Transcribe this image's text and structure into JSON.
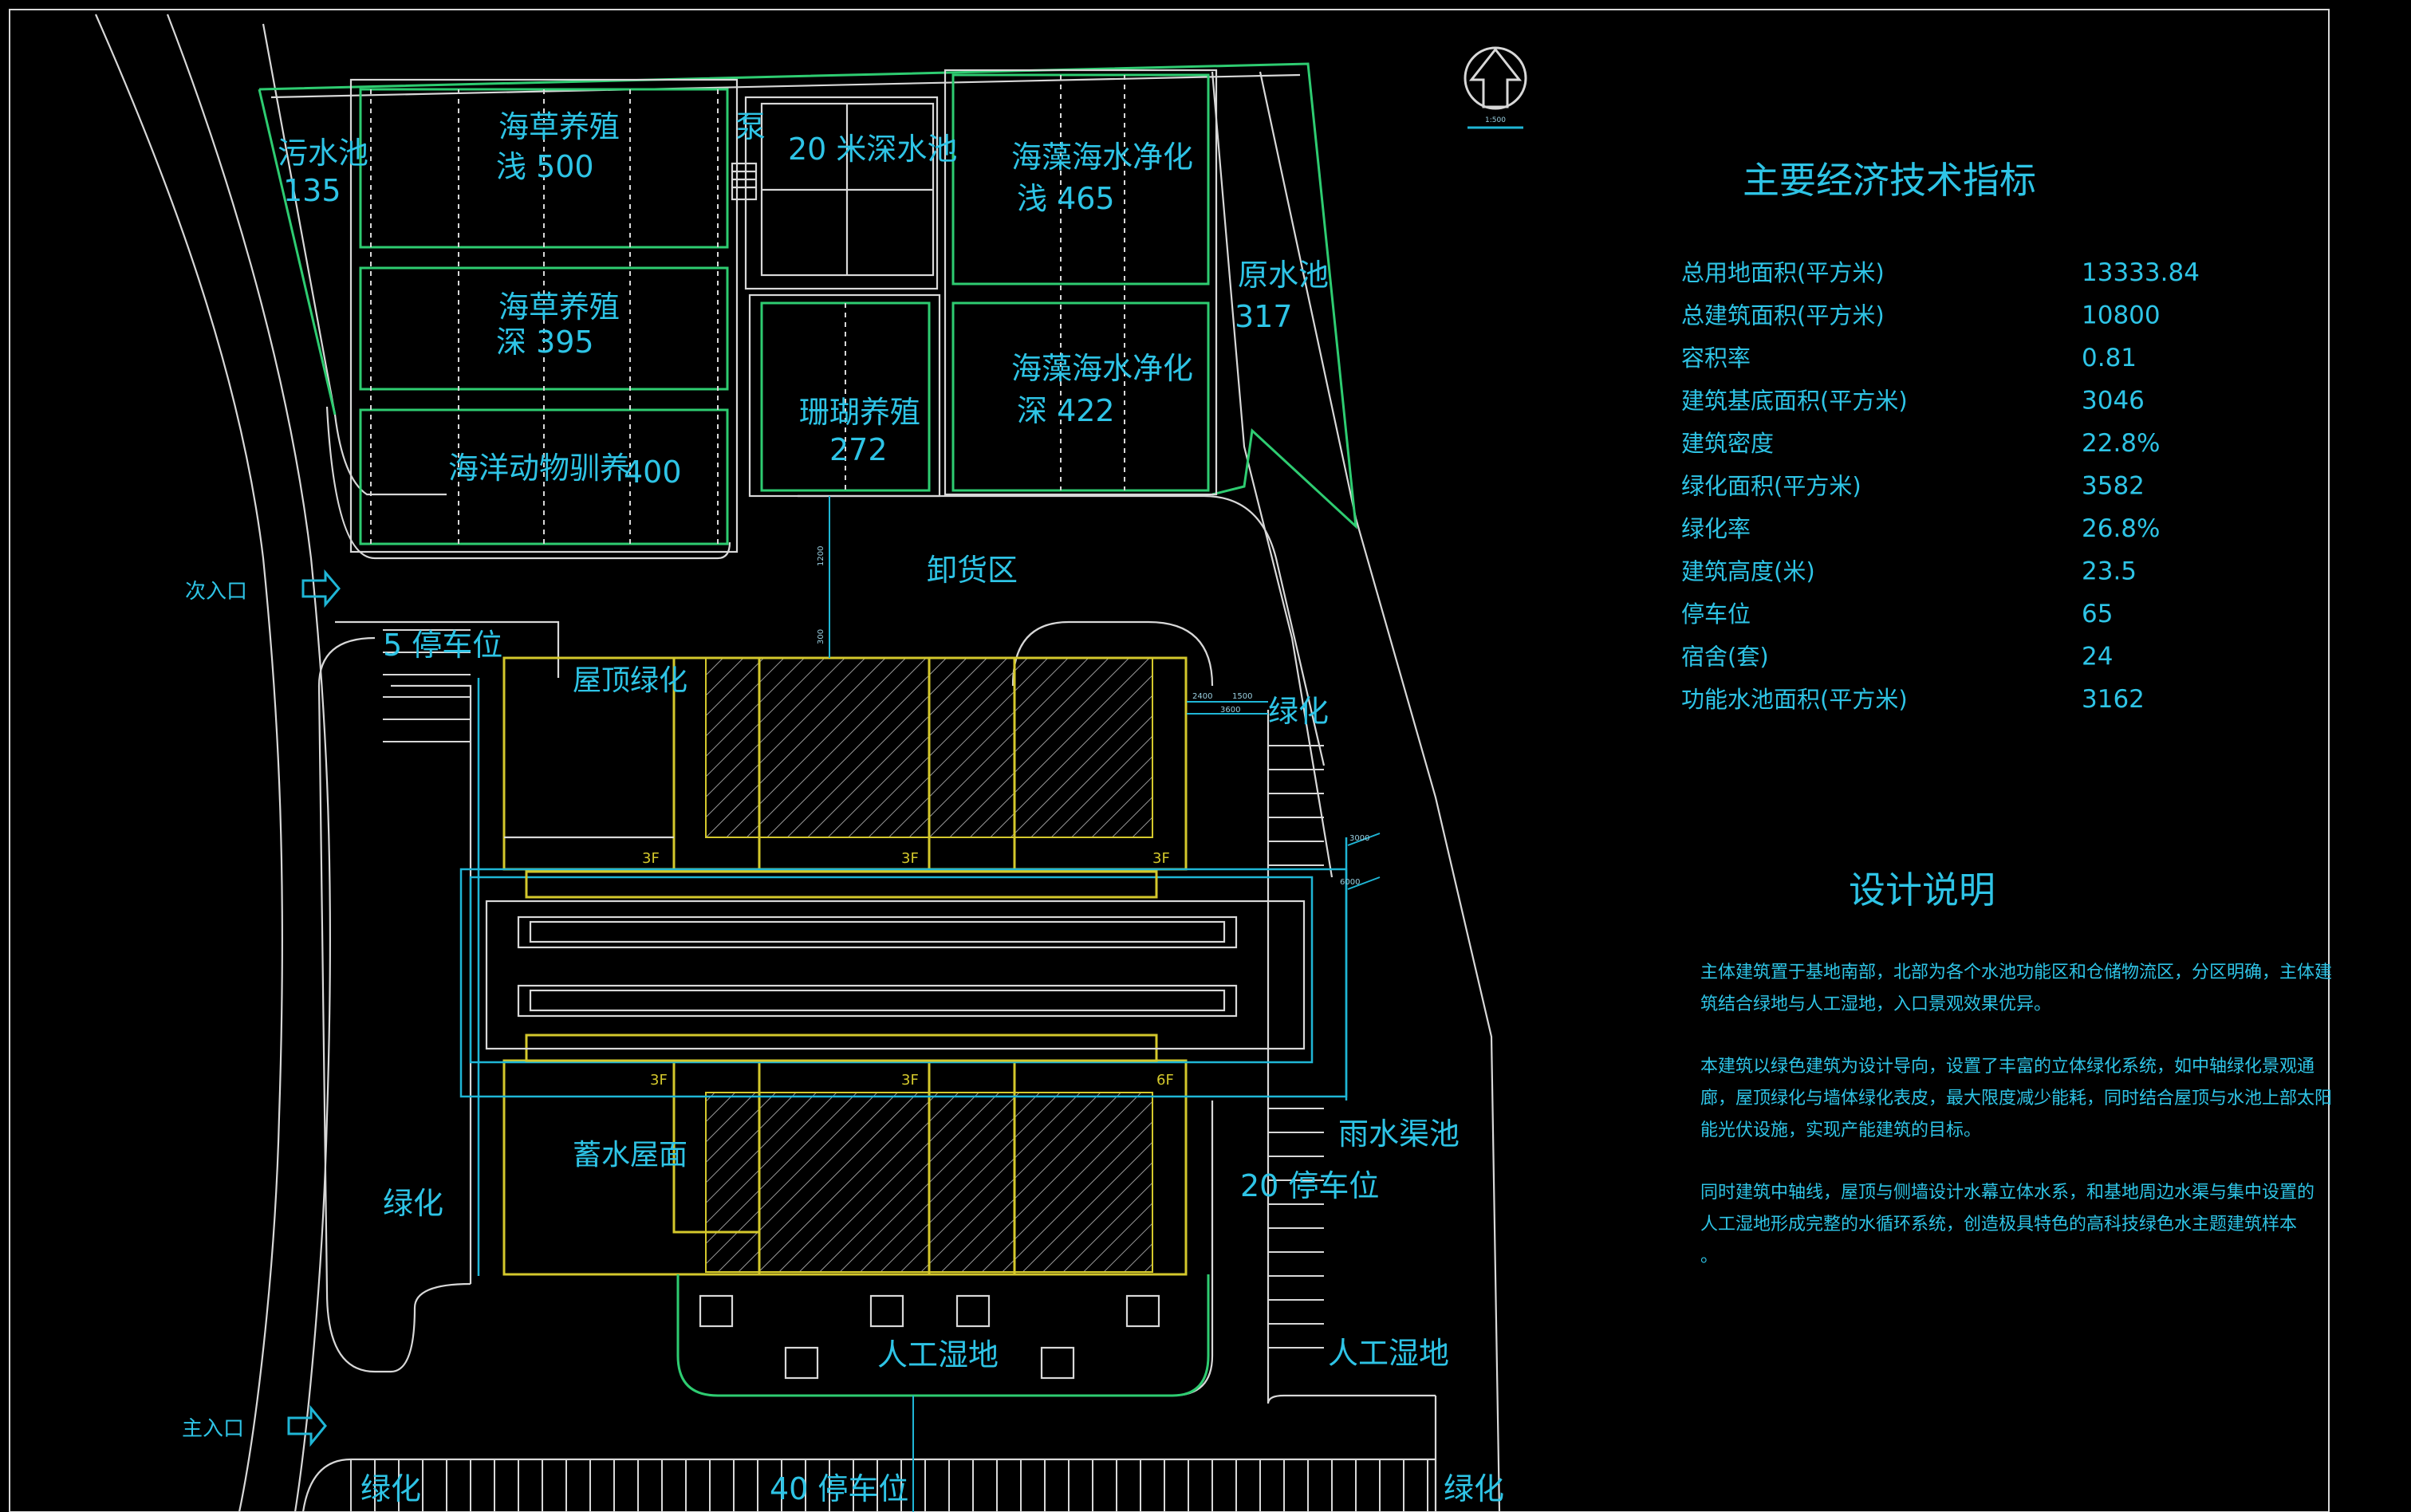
{
  "plan": {
    "north_scale_label": "1:500",
    "pools": [
      {
        "id": "sewage",
        "name": "污水池",
        "value": "135"
      },
      {
        "id": "seaweed-shallow",
        "name": "海草养殖",
        "value": "浅 500"
      },
      {
        "id": "pump",
        "name": "泵",
        "value": ""
      },
      {
        "id": "deep-20m",
        "name": "20 米深水池",
        "value": ""
      },
      {
        "id": "algae-shallow",
        "name": "海藻海水净化",
        "value": "浅 465"
      },
      {
        "id": "seaweed-deep",
        "name": "海草养殖",
        "value": "深 395"
      },
      {
        "id": "coral",
        "name": "珊瑚养殖",
        "value": "272"
      },
      {
        "id": "algae-deep",
        "name": "海藻海水净化",
        "value": "深 422"
      },
      {
        "id": "raw-water",
        "name": "原水池",
        "value": "317"
      },
      {
        "id": "marine-animal",
        "name": "海洋动物驯养",
        "value": "400"
      }
    ],
    "labels": {
      "secondary_entrance": "次入口",
      "main_entrance": "主入口",
      "unloading": "卸货区",
      "roof_green": "屋顶绿化",
      "green_right_top": "绿化",
      "green_left": "绿化",
      "green_bottom_left": "绿化",
      "green_bottom_right": "绿化",
      "rain_channel": "雨水渠池",
      "storage_roof": "蓄水屋面",
      "wetland_center": "人工湿地",
      "wetland_right": "人工湿地",
      "parking_5": "5 停车位",
      "parking_20": "20 停车位",
      "parking_40": "40 停车位"
    },
    "floors": [
      "3F",
      "3F",
      "3F",
      "3F",
      "3F",
      "6F"
    ],
    "dimension_marks": [
      "1200",
      "300",
      "2400",
      "1500",
      "3600",
      "3000",
      "6000"
    ]
  },
  "indicators": {
    "title": "主要经济技术指标",
    "rows": [
      {
        "label": "总用地面积(平方米)",
        "value": "13333.84"
      },
      {
        "label": "总建筑面积(平方米)",
        "value": "10800"
      },
      {
        "label": "容积率",
        "value": "0.81"
      },
      {
        "label": "建筑基底面积(平方米)",
        "value": "3046"
      },
      {
        "label": "建筑密度",
        "value": "22.8%"
      },
      {
        "label": "绿化面积(平方米)",
        "value": "3582"
      },
      {
        "label": "绿化率",
        "value": "26.8%"
      },
      {
        "label": "建筑高度(米)",
        "value": "23.5"
      },
      {
        "label": "停车位",
        "value": "65"
      },
      {
        "label": "宿舍(套)",
        "value": "24"
      },
      {
        "label": "功能水池面积(平方米)",
        "value": "3162"
      }
    ]
  },
  "design_notes": {
    "title": "设计说明",
    "paragraphs": [
      [
        "主体建筑置于基地南部，北部为各个水池功能区和仓储物流区，分区明确，主体建",
        "筑结合绿地与人工湿地，入口景观效果优异。"
      ],
      [
        "本建筑以绿色建筑为设计导向，设置了丰富的立体绿化系统，如中轴绿化景观通",
        "廊，屋顶绿化与墙体绿化表皮，最大限度减少能耗，同时结合屋顶与水池上部太阳",
        "能光伏设施，实现产能建筑的目标。"
      ],
      [
        "同时建筑中轴线，屋顶与侧墙设计水幕立体水系，和基地周边水渠与集中设置的",
        "人工湿地形成完整的水循环系统，创造极具特色的高科技绿色水主题建筑样本",
        "。"
      ]
    ]
  }
}
